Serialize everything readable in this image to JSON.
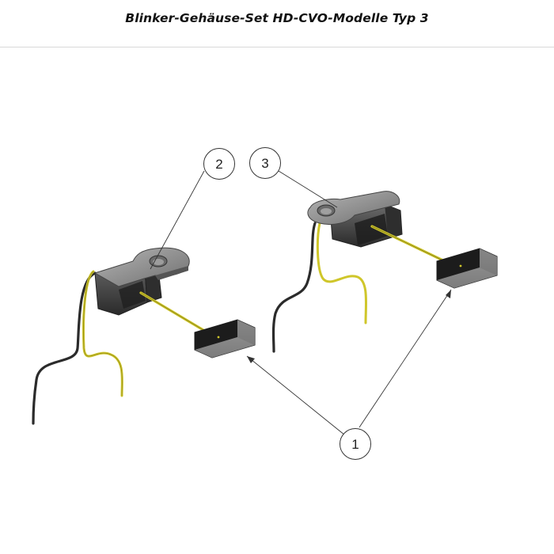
{
  "header": {
    "title": "Blinker-Gehäuse-Set HD-CVO-Modelle Typ 3"
  },
  "diagram": {
    "callouts": [
      {
        "label": "1"
      },
      {
        "label": "2"
      },
      {
        "label": "3"
      }
    ],
    "colors": {
      "housing": "#3c3c3c",
      "housing_top": "#8a8a8a",
      "wire_yellow": "#d4cc2a",
      "lamp_body": "#5a5a5a",
      "lamp_face": "#1c1c1c",
      "leader_line": "#333333"
    }
  }
}
